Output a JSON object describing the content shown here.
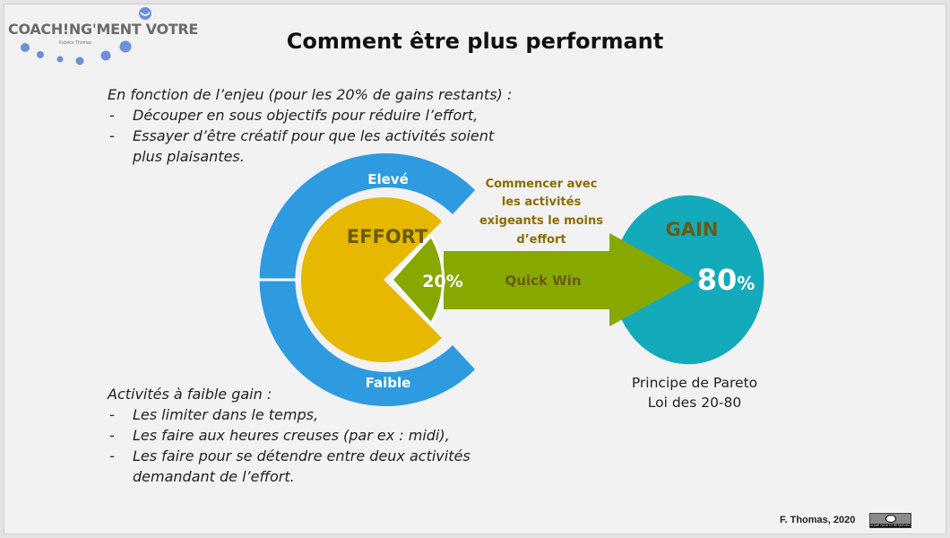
{
  "logo": {
    "name": "COACH!NG'MENT VOTRE",
    "subtitle": "Fabrice Thomas"
  },
  "title": "Comment être plus performant",
  "top_block": {
    "heading": "En fonction de l’enjeu (pour les 20% de gains restants) :",
    "items": [
      "Découper en sous objectifs pour réduire l’effort,",
      "Essayer d’être créatif pour que les activités soient plus plaisantes."
    ]
  },
  "bottom_block": {
    "heading": "Activités à faible gain :",
    "items": [
      "Les limiter dans le temps,",
      "Les faire aux heures creuses (par ex : midi),",
      "Les faire pour se détendre entre deux activités demandant de l’effort."
    ]
  },
  "diagram": {
    "ring_top": "Elevé",
    "ring_bottom": "Faible",
    "effort": "EFFORT",
    "wedge": "20%",
    "arrow_note": [
      "Commencer avec",
      "les activités",
      "exigeants le moins",
      "d’effort"
    ],
    "arrow_label": "Quick Win",
    "gain": "GAIN",
    "gain_value": "80",
    "gain_unit": "%",
    "colors": {
      "ring": "#2e9ae0",
      "effort": "#e6b800",
      "wedge": "#86a800",
      "gain": "#13aabb",
      "label_dark": "#6b5a10",
      "note": "#8a6d00"
    }
  },
  "pareto": [
    "Principe de Pareto",
    "Loi des 20-80"
  ],
  "footer": "F. Thomas, 2020",
  "license": "SOME RIGHTS RESERVED"
}
